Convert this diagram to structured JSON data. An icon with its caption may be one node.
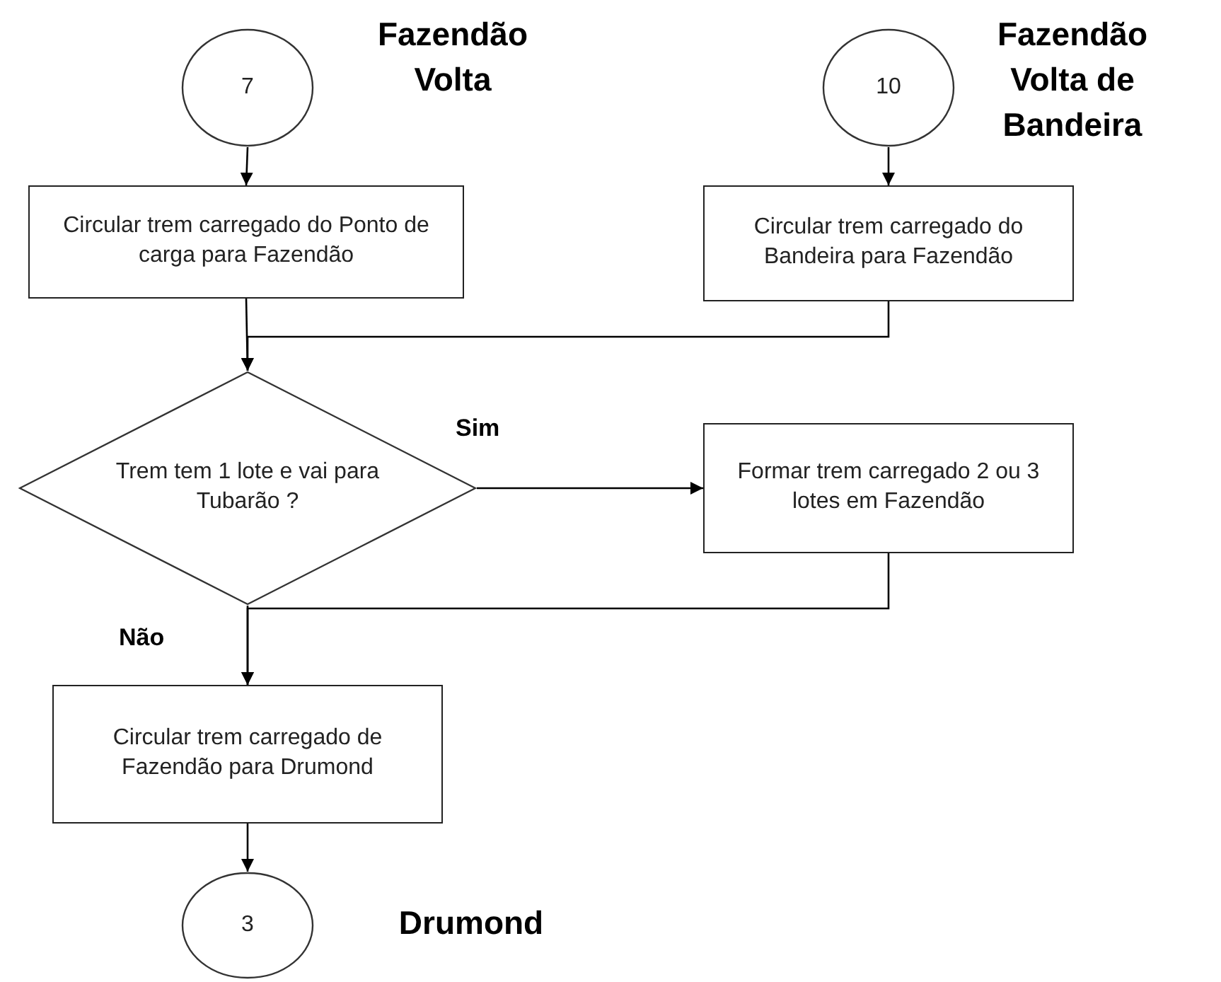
{
  "diagram": {
    "nodes": [
      {
        "text": [
          "7"
        ],
        "beside": [
          "Fazendão Volta"
        ]
      },
      {
        "text": [
          "10"
        ],
        "beside": [
          "Fazendão Volta de Bandeira"
        ]
      },
      {
        "text": [
          "Circular trem carregado do Ponto de carga para Fazendão"
        ]
      },
      {
        "text": [
          "Circular trem carregado do Bandeira para Fazendão"
        ]
      },
      {
        "text": [
          "Trem tem 1 lote e vai para Tubarão ?"
        ]
      },
      {
        "text": [
          "Formar trem carregado 2 ou 3 lotes em Fazendão"
        ]
      },
      {
        "text": [
          "Circular trem carregado de Fazendão para Drumond"
        ]
      },
      {
        "text": [
          "3"
        ],
        "beside": [
          "Drumond"
        ]
      }
    ],
    "edges": [
      {
        "from": 0,
        "to": 2,
        "arrow": "to"
      },
      {
        "from": 1,
        "to": 3,
        "arrow": "to"
      },
      {
        "from": 2,
        "to": 4,
        "arrow": "to"
      },
      {
        "from": 3,
        "to": 4,
        "arrow": "to"
      },
      {
        "from": 4,
        "to": 5,
        "label": "Sim",
        "arrow": "to"
      },
      {
        "from": 4,
        "to": 6,
        "label": "Não",
        "arrow": "to"
      },
      {
        "from": 5,
        "to": 6,
        "arrow": "to"
      },
      {
        "from": 6,
        "to": 7,
        "arrow": "to"
      }
    ]
  }
}
